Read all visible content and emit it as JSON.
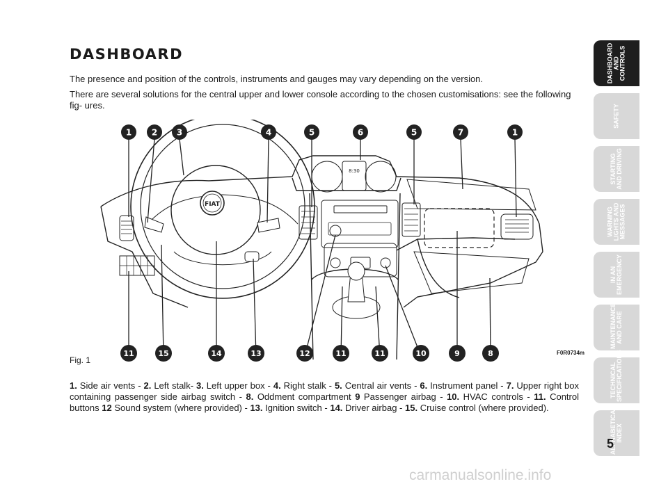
{
  "page": {
    "title": "DASHBOARD",
    "intro": "The presence and position of the controls, instruments and gauges may vary depending on the version.",
    "note": "There are several solutions for the central upper and lower console according to the chosen customisations: see the following fig- ures.",
    "fig_label": "Fig. 1",
    "fig_code": "F0R0734m",
    "page_number": "5",
    "watermark": "carmanualsonline.info"
  },
  "figure": {
    "badges_top": [
      "1",
      "2",
      "3",
      "4",
      "5",
      "6",
      "5",
      "7",
      "1"
    ],
    "badges_bottom": [
      "11",
      "15",
      "14",
      "13",
      "12",
      "11",
      "11",
      "10",
      "9",
      "8"
    ],
    "logo": "FIAT",
    "display_text": "8:30"
  },
  "caption_items": [
    {
      "num": "1.",
      "text": "Side air vents - "
    },
    {
      "num": "2.",
      "text": "Left stalk- "
    },
    {
      "num": "3.",
      "text": "Left upper box  - "
    },
    {
      "num": "4.",
      "text": "Right stalk - "
    },
    {
      "num": "5.",
      "text": "Central air vents - "
    },
    {
      "num": "6.",
      "text": "Instrument panel - "
    },
    {
      "num": "7.",
      "text": "Upper right box containing passenger side airbag switch - "
    },
    {
      "num": "8.",
      "text": "Oddment compartment "
    },
    {
      "num": "9",
      "text": "Passenger airbag - "
    },
    {
      "num": "10.",
      "text": "HVAC controls - "
    },
    {
      "num": "11.",
      "text": "Control buttons "
    },
    {
      "num": "12",
      "text": "Sound system (where provided) - "
    },
    {
      "num": "13.",
      "text": "Ignition switch - "
    },
    {
      "num": "14.",
      "text": "Driver airbag - "
    },
    {
      "num": "15.",
      "text": "Cruise control (where provided)."
    }
  ],
  "tabs": [
    {
      "lines": [
        "DASHBOARD",
        "AND CONTROLS"
      ],
      "active": true
    },
    {
      "lines": [
        "SAFETY"
      ],
      "active": false
    },
    {
      "lines": [
        "STARTING",
        "AND DRIVING"
      ],
      "active": false
    },
    {
      "lines": [
        "WARNING",
        "LIGHTS AND",
        "MESSAGES"
      ],
      "active": false
    },
    {
      "lines": [
        "IN AN",
        "EMERGENCY"
      ],
      "active": false
    },
    {
      "lines": [
        "MAINTENANCE",
        "AND CARE"
      ],
      "active": false
    },
    {
      "lines": [
        "TECHNICAL",
        "SPECIFICATIONS"
      ],
      "active": false
    },
    {
      "lines": [
        "ALPHABETICAL",
        "INDEX"
      ],
      "active": false
    }
  ]
}
